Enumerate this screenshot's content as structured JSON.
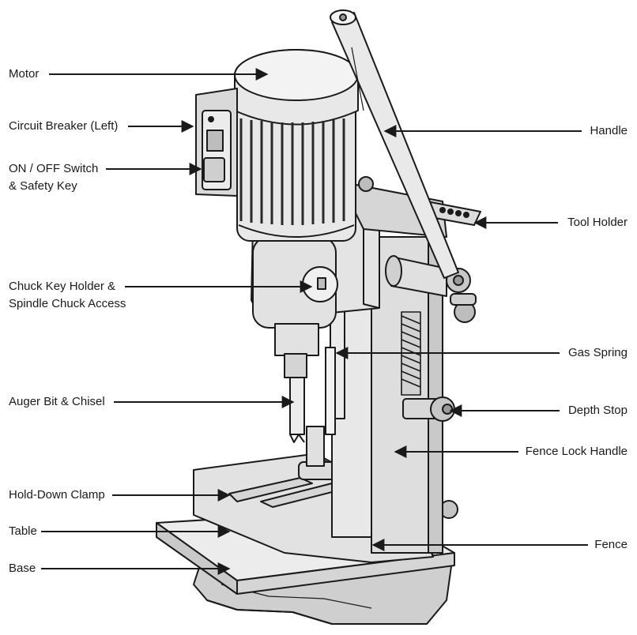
{
  "labels": {
    "motor": "Motor",
    "circuit_breaker": "Circuit Breaker (Left)",
    "switch_line1": "ON / OFF Switch",
    "switch_line2": "& Safety Key",
    "chuck_line1": "Chuck Key Holder &",
    "chuck_line2": "Spindle Chuck Access",
    "auger": "Auger Bit & Chisel",
    "hold_down": "Hold-Down Clamp",
    "table": "Table",
    "base": "Base",
    "handle": "Handle",
    "tool_holder": "Tool Holder",
    "gas_spring": "Gas Spring",
    "depth_stop": "Depth Stop",
    "fence_lock": "Fence Lock Handle",
    "fence": "Fence"
  },
  "colors": {
    "body": "#e6e6e6",
    "shade": "#c9c9c9",
    "dark": "#9a9a9a",
    "line": "#1a1a1a"
  }
}
